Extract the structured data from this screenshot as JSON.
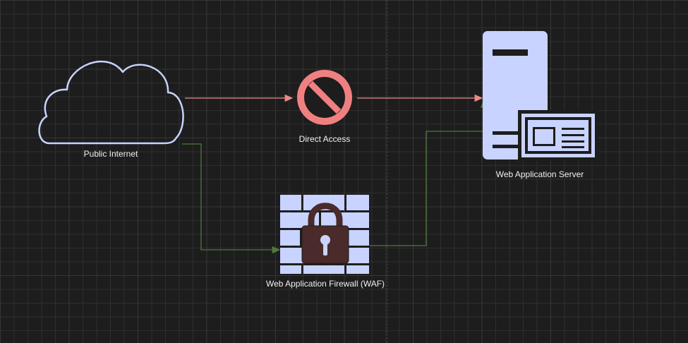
{
  "nodes": {
    "internet": {
      "label": "Public Internet",
      "icon": "cloud-icon"
    },
    "blocked": {
      "label": "Direct Access",
      "icon": "no-entry-icon"
    },
    "server": {
      "label": "Web Application Server",
      "icon": "server-icon"
    },
    "waf": {
      "label": "Web Application Firewall (WAF)",
      "icon": "firewall-lock-icon"
    }
  },
  "colors": {
    "background": "#1d1d1d",
    "blocked_edge": "#ea8a85",
    "allowed_edge": "#4c7a3a",
    "icon_fill": "#c8d3ff",
    "cloud_stroke": "#c8d3ff",
    "prohibit": "#f08080",
    "lock": "#4a2a2a"
  }
}
